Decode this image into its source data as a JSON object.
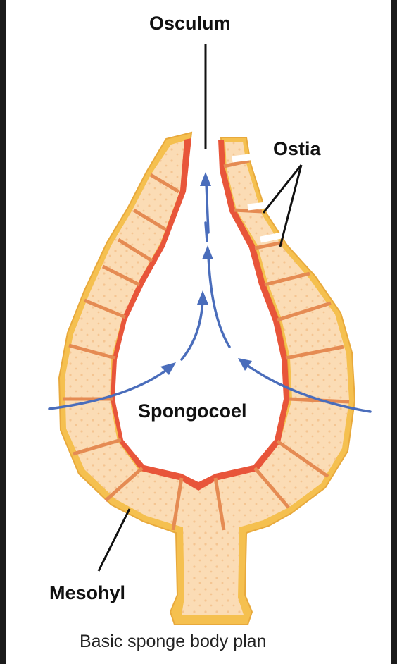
{
  "labels": {
    "osculum": "Osculum",
    "ostia": "Ostia",
    "spongocoel": "Spongocoel",
    "mesohyl": "Mesohyl"
  },
  "caption": "Basic sponge body plan",
  "colors": {
    "outer_layer": "#f5c04f",
    "mesohyl": "#fbdcb5",
    "choanocyte_layer": "#e8553a",
    "divider": "#e58b53",
    "flow_arrow": "#4a6dbb",
    "leader_line": "#111111"
  }
}
